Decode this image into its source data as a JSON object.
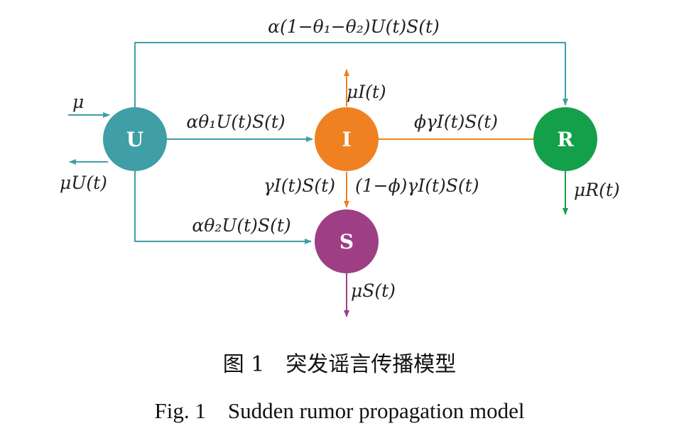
{
  "colors": {
    "U": "#3f9ea6",
    "I": "#ef8121",
    "R": "#14a04a",
    "S": "#9e3f86"
  },
  "nodes": {
    "U": "U",
    "I": "I",
    "R": "R",
    "S": "S"
  },
  "edges": {
    "U_to_R": "α(1−θ₁−θ₂)U(t)S(t)",
    "U_to_I": "αθ₁U(t)S(t)",
    "U_to_S": "αθ₂U(t)S(t)",
    "inflow_U": "μ",
    "outflow_U": "μU(t)",
    "outflow_I": "μI(t)",
    "I_to_R": "ϕγI(t)S(t)",
    "I_to_S_left": "γI(t)S(t)",
    "I_to_S_right": "(1−ϕ)γI(t)S(t)",
    "outflow_S": "μS(t)",
    "outflow_R": "μR(t)"
  },
  "caption": {
    "cn": "图 1　突发谣言传播模型",
    "en": "Fig. 1　Sudden rumor propagation model"
  }
}
